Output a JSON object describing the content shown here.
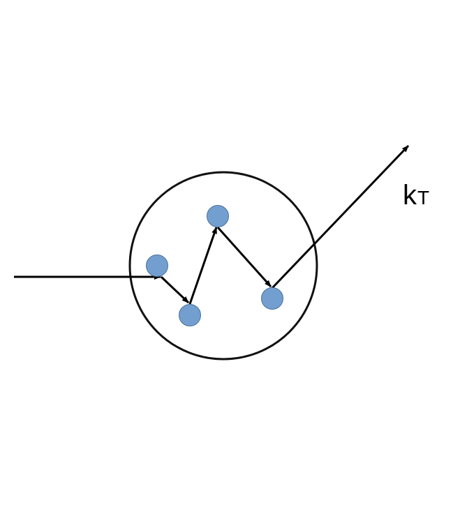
{
  "diagram": {
    "output_label": {
      "main": "k",
      "sub": "T"
    },
    "colors": {
      "stroke": "#000000",
      "particle_fill": "#729fcf",
      "particle_stroke": "#4a6f9a",
      "background": "#ffffff"
    },
    "particle_count": 4
  }
}
